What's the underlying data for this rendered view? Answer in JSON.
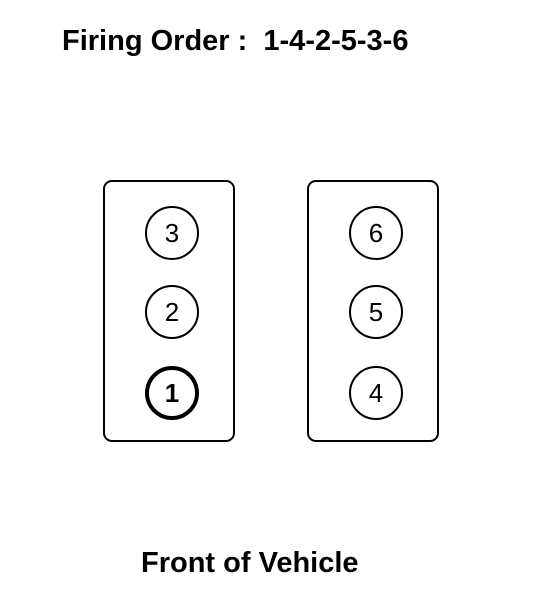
{
  "title": "Firing Order :  1-4-2-5-3-6",
  "footer": "Front of Vehicle",
  "banks": {
    "left": {
      "cylinders": [
        "3",
        "2",
        "1"
      ]
    },
    "right": {
      "cylinders": [
        "6",
        "5",
        "4"
      ]
    }
  }
}
